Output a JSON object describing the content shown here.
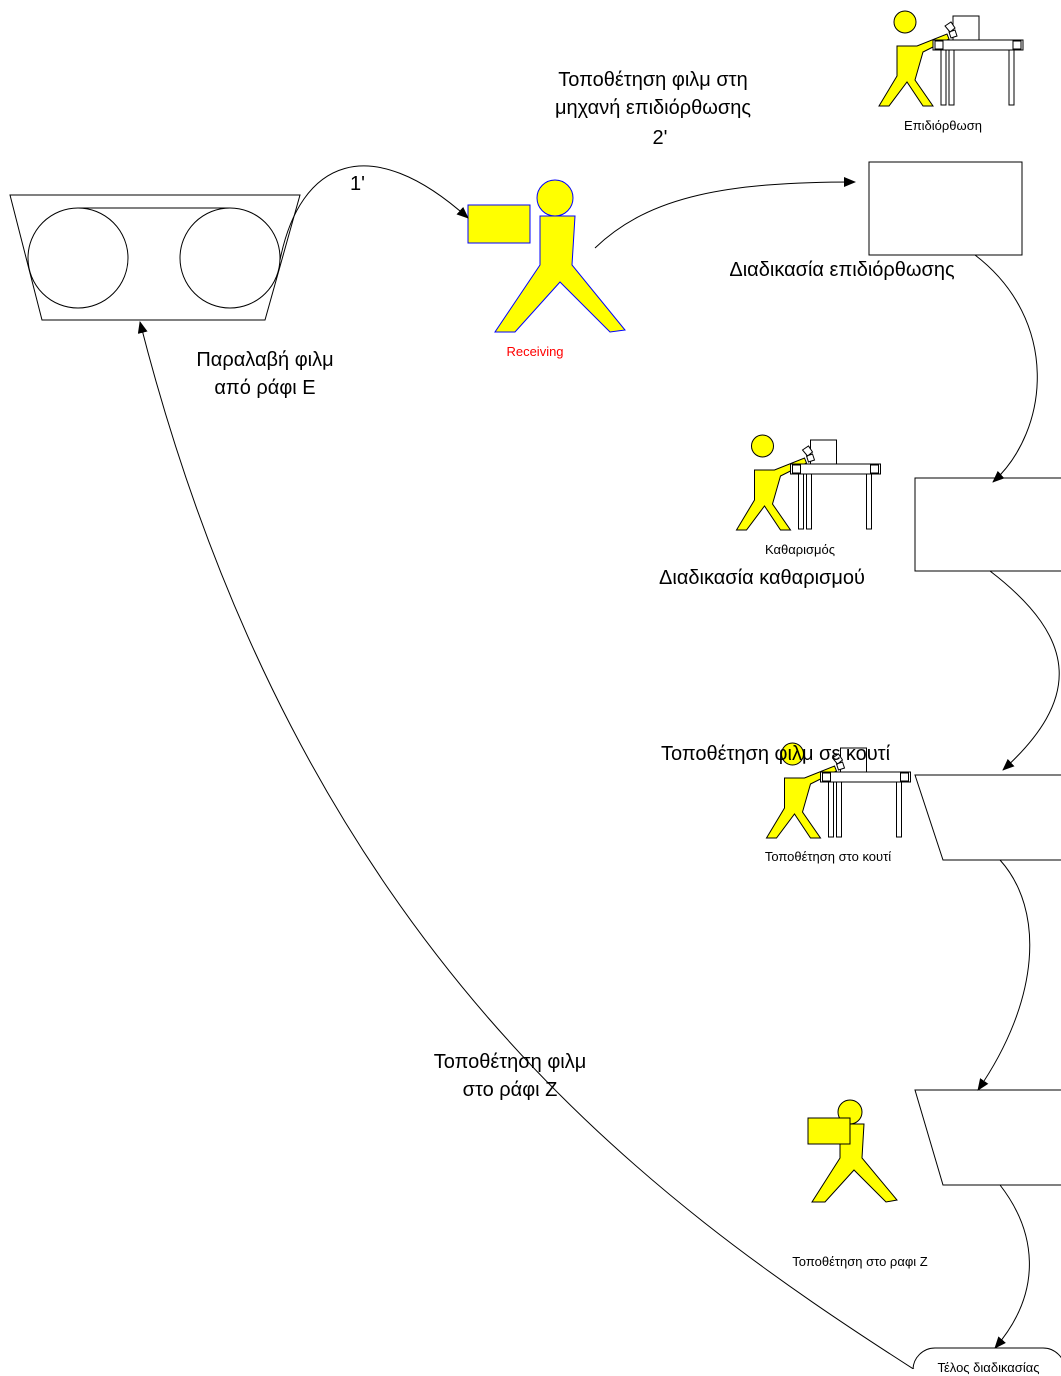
{
  "labels": {
    "step_1": "1'",
    "place_on_repair_machine_line1": "Τοποθέτηση φιλμ στη",
    "place_on_repair_machine_line2": "μηχανή επιδιόρθωσης",
    "step_2": "2'",
    "repair_worker": "Επιδιόρθωση",
    "repair_process": "Διαδικασία επιδιόρθωσης",
    "receive_film_line1": "Παραλαβή φιλμ",
    "receive_film_line2": "από ράφι Ε",
    "receiving": "Receiving",
    "cleaning_worker": "Καθαρισμός",
    "cleaning_process": "Διαδικασία καθαρισμού",
    "place_in_box": "Τοποθέτηση φιλμ σε κουτί",
    "box_worker": "Τοποθέτηση στο κουτί",
    "place_on_shelf_line1": "Τοποθέτηση φιλμ",
    "place_on_shelf_line2": "στο ράφι Ζ",
    "shelf_worker": "Τοποθέτηση στο ραφι Ζ",
    "end_of_process": "Τέλος διαδικασίας"
  },
  "colors": {
    "figure_fill": "#ffff00",
    "figure_stroke": "#0000ff",
    "line": "#000000",
    "receiving_text": "#ff0000"
  },
  "icons": {
    "carrying_worker": "person-carrying-box-icon",
    "machine_worker": "person-at-conveyor-icon",
    "film_reel_rack": "film-reels-icon"
  }
}
